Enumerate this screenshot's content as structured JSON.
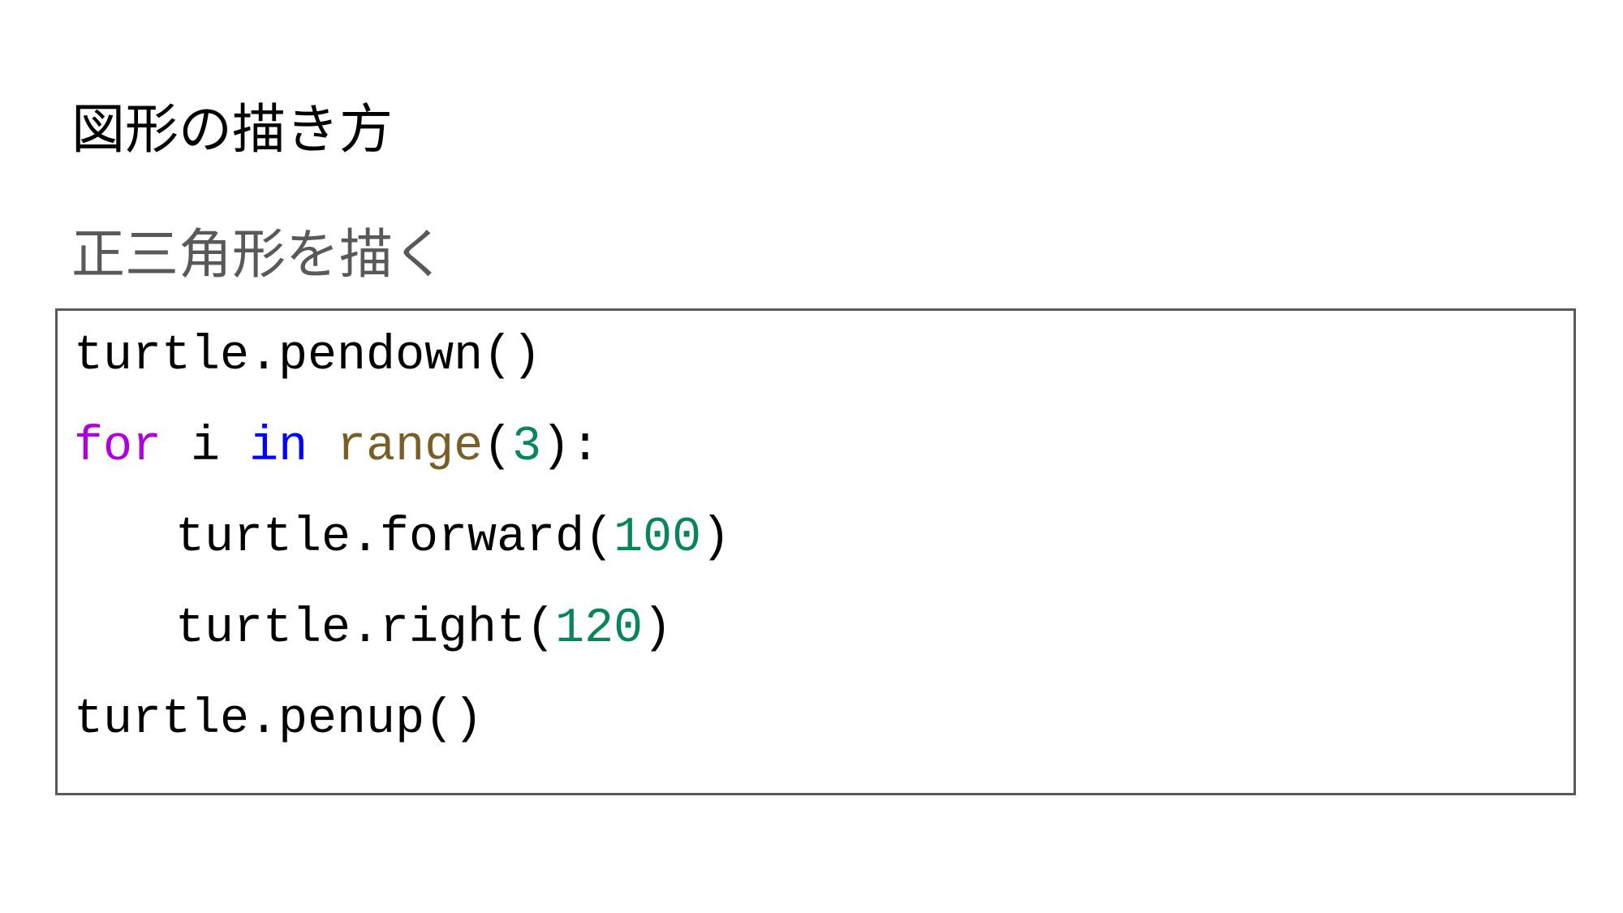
{
  "title": "図形の描き方",
  "subtitle": "正三角形を描く",
  "code": {
    "line1": {
      "text": "turtle.pendown()"
    },
    "line2": {
      "kw_for": "for",
      "sp1": " ",
      "var": "i",
      "sp2": " ",
      "kw_in": "in",
      "sp3": " ",
      "fn_range": "range",
      "open": "(",
      "num": "3",
      "close": "):"
    },
    "line3": {
      "call": "turtle.forward(",
      "num": "100",
      "close": ")"
    },
    "line4": {
      "call": "turtle.right(",
      "num": "120",
      "close": ")"
    },
    "line5": {
      "text": "turtle.penup()"
    }
  },
  "colors": {
    "keyword_flow": "#af00db",
    "keyword_operator": "#0000ff",
    "builtin_function": "#795e26",
    "number_literal": "#098658",
    "subtitle_text": "#595959",
    "box_border": "#595959"
  }
}
